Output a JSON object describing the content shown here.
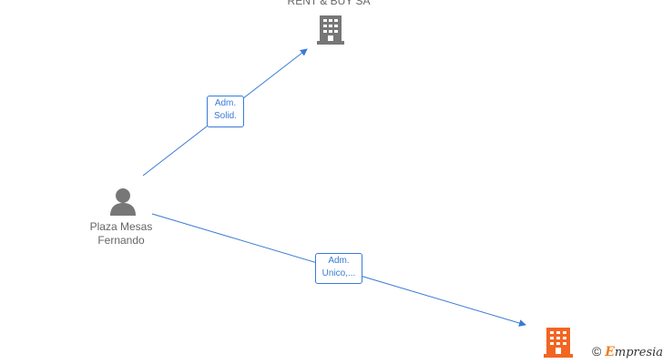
{
  "nodes": {
    "company_top": {
      "label": "RENT & BUY SA",
      "icon": "building-icon",
      "color": "#777777"
    },
    "person": {
      "label_line1": "Plaza Mesas",
      "label_line2": "Fernando",
      "icon": "person-icon",
      "color": "#777777"
    },
    "company_bottom": {
      "icon": "building-icon",
      "color": "#f26522"
    }
  },
  "edges": [
    {
      "from": "person",
      "to": "company_top",
      "label_line1": "Adm.",
      "label_line2": "Solid.",
      "color": "#3a7bd5"
    },
    {
      "from": "person",
      "to": "company_bottom",
      "label_line1": "Adm.",
      "label_line2": "Unico,...",
      "color": "#3a7bd5"
    }
  ],
  "watermark": {
    "symbol": "©",
    "brand_initial": "E",
    "brand_rest": "mpresia"
  }
}
